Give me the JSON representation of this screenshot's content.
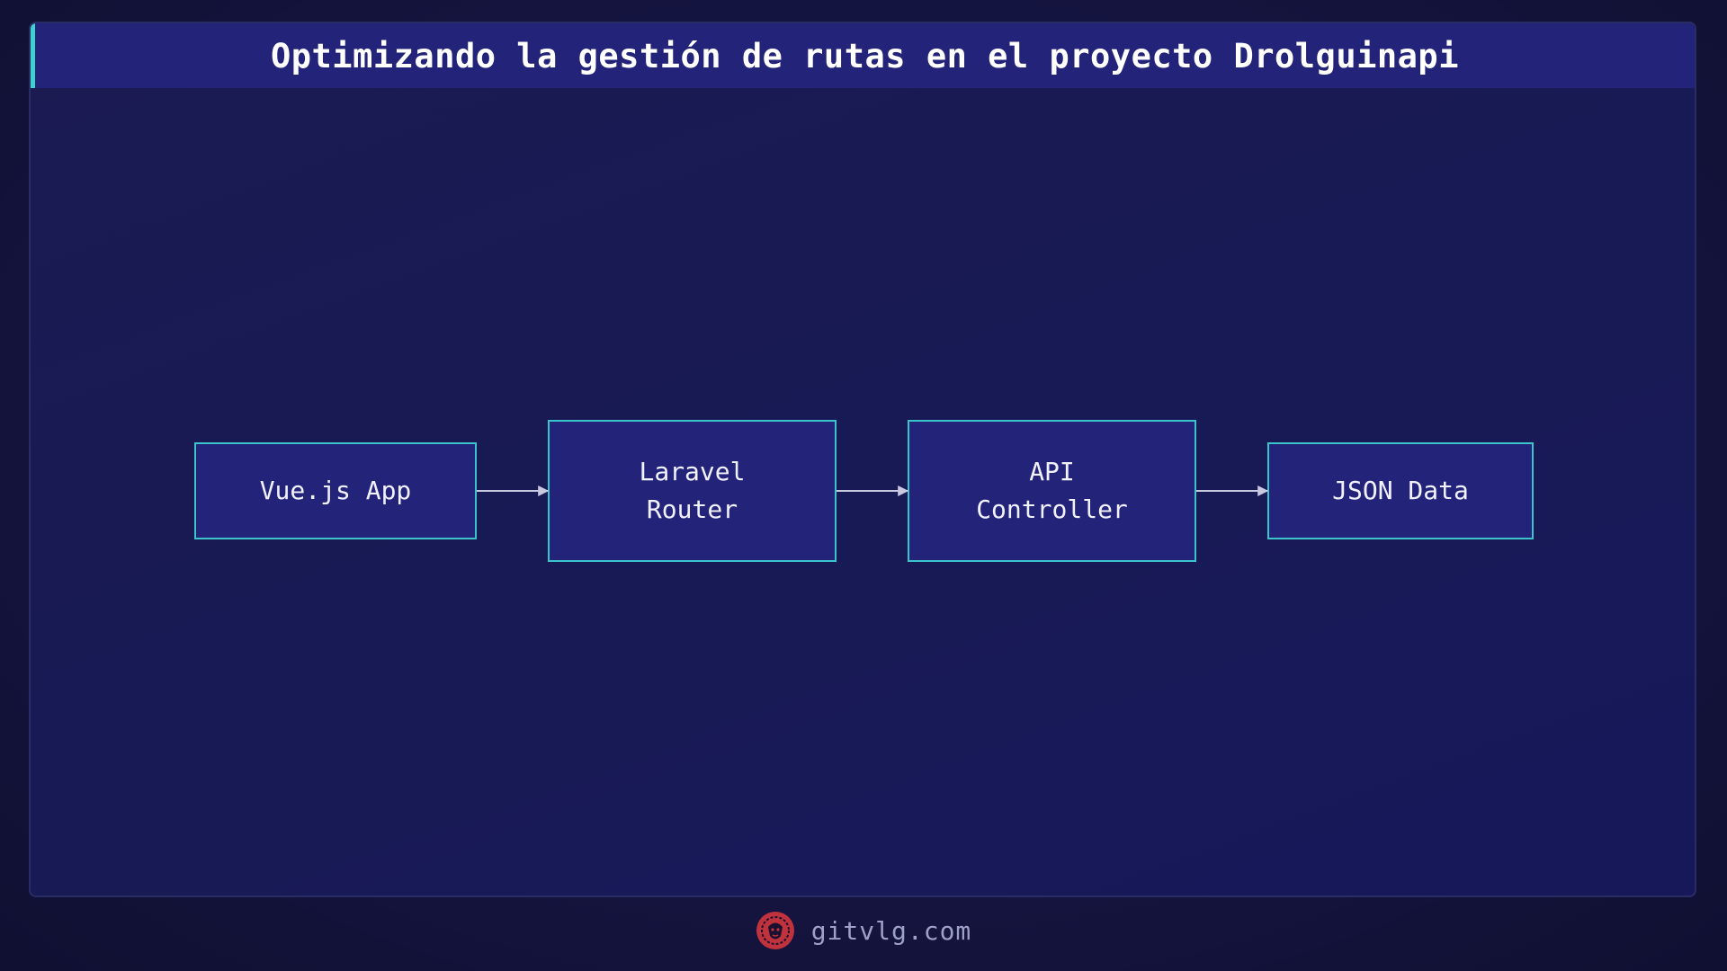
{
  "title": "Optimizando la gestión de rutas en el proyecto Drolguinapi",
  "diagram": {
    "nodes": [
      {
        "id": "vue",
        "label": "Vue.js App"
      },
      {
        "id": "router",
        "label": "Laravel\nRouter"
      },
      {
        "id": "controller",
        "label": "API\nController"
      },
      {
        "id": "json",
        "label": "JSON Data"
      }
    ],
    "edges": [
      {
        "from": "vue",
        "to": "router"
      },
      {
        "from": "router",
        "to": "controller"
      },
      {
        "from": "controller",
        "to": "json"
      }
    ]
  },
  "footer": {
    "site": "gitvlg.com",
    "logo_icon": "lion-logo-icon"
  },
  "colors": {
    "background": "#121338",
    "title_bar": "#23237a",
    "accent": "#3fd0d0",
    "node_fill": "#23237a",
    "node_border": "#3cc4cc",
    "arrow": "#c8c8e0",
    "logo": "#c0323c"
  }
}
